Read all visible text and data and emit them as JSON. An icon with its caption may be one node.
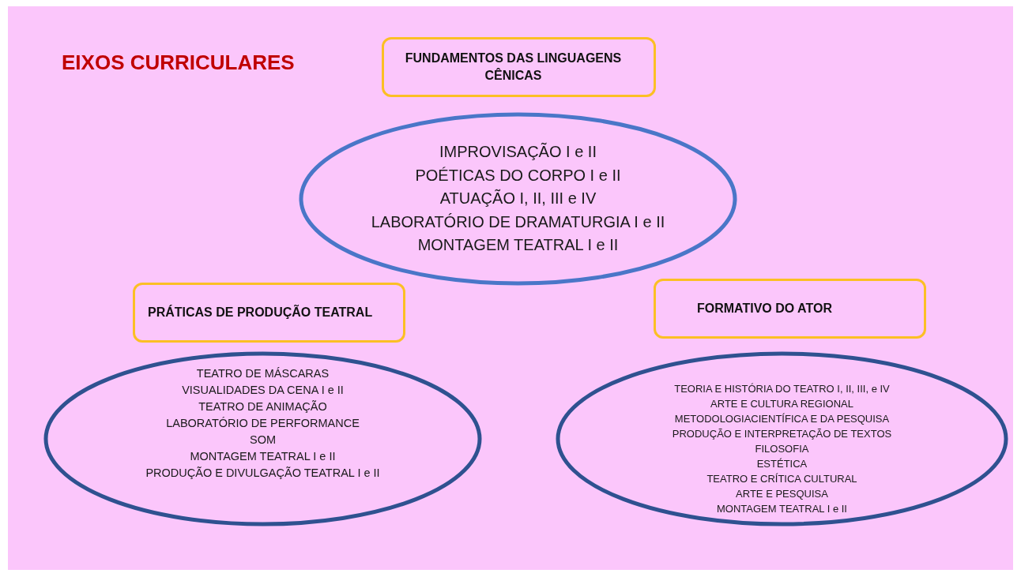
{
  "diagram": {
    "title": "EIXOS CURRICULARES",
    "nodes": [
      {
        "text": [
          "FUNDAMENTOS DAS LINGUAGENS CÊNICAS"
        ]
      },
      {
        "text": [
          "IMPROVISAÇÃO I e II",
          "POÉTICAS DO CORPO I e II",
          "ATUAÇÃO I, II, III e IV",
          "LABORATÓRIO DE DRAMATURGIA I e II",
          "MONTAGEM TEATRAL I e II"
        ]
      },
      {
        "text": [
          "PRÁTICAS DE PRODUÇÃO TEATRAL"
        ]
      },
      {
        "text": [
          "TEATRO DE MÁSCARAS",
          "VISUALIDADES DA CENA I e II",
          "TEATRO DE ANIMAÇÃO",
          "LABORATÓRIO DE PERFORMANCE",
          "SOM",
          "MONTAGEM TEATRAL I e II",
          "PRODUÇÃO E DIVULGAÇÃO TEATRAL I e II"
        ]
      },
      {
        "text": [
          "FORMATIVO DO ATOR"
        ]
      },
      {
        "text": [
          "TEORIA E HISTÓRIA DO TEATRO I, II, III, e IV",
          "ARTE E CULTURA REGIONAL",
          "METODOLOGIACIENTÍFICA E DA PESQUISA",
          "PRODUÇÃO E INTERPRETAÇÃO DE TEXTOS",
          "FILOSOFIA",
          "ESTÉTICA",
          "TEATRO E CRÍTICA CULTURAL",
          "ARTE E PESQUISA",
          "MONTAGEM TEATRAL I e II"
        ]
      }
    ]
  }
}
